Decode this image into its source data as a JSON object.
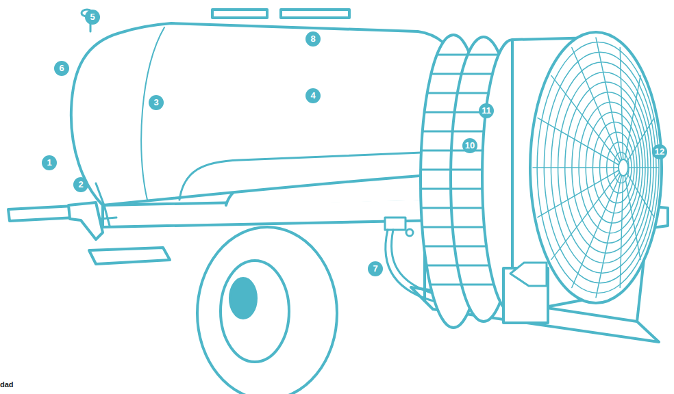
{
  "diagram": {
    "labels": [
      "5",
      "8",
      "6",
      "4",
      "3",
      "11",
      "10",
      "12",
      "1",
      "2",
      "7",
      "dad"
    ]
  }
}
